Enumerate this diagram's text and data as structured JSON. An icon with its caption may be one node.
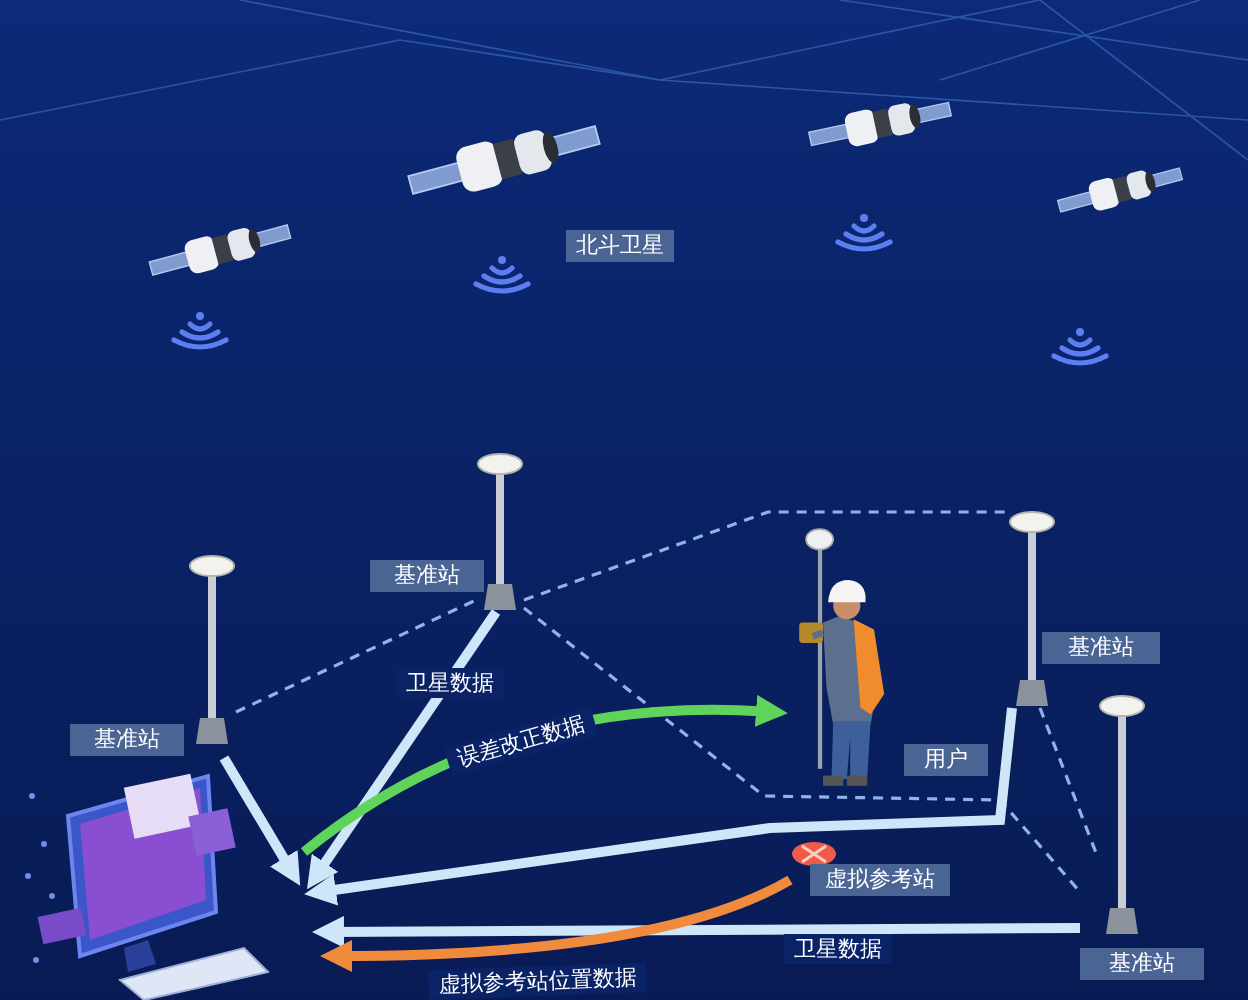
{
  "diagram": {
    "nodes": [
      {
        "text": [
          "基准站"
        ]
      },
      {
        "text": [
          "基准站"
        ]
      },
      {
        "text": [
          "基准站"
        ]
      },
      {
        "text": [
          "基准站"
        ]
      },
      {
        "text": [
          "用户"
        ]
      },
      {
        "text": [
          "虚拟参考站"
        ]
      },
      {
        "text": [],
        "shape": "picture"
      },
      {
        "text": [
          "北斗卫星"
        ]
      }
    ],
    "edges": [
      {
        "from": 0,
        "to": 1,
        "arrow": "none",
        "style": "dashed"
      },
      {
        "from": 1,
        "to": 2,
        "arrow": "none",
        "style": "dashed"
      },
      {
        "from": 1,
        "to": 3,
        "arrow": "none",
        "style": "dashed"
      },
      {
        "from": 2,
        "to": 3,
        "arrow": "none",
        "style": "dashed"
      },
      {
        "from": 0,
        "to": 6,
        "arrow": "to"
      },
      {
        "from": 1,
        "to": 6,
        "arrow": "to",
        "label": "卫星数据"
      },
      {
        "from": 2,
        "to": 6,
        "arrow": "to"
      },
      {
        "from": 3,
        "to": 6,
        "arrow": "to",
        "label": "卫星数据"
      },
      {
        "from": 6,
        "to": 4,
        "arrow": "to",
        "label": "误差改正数据",
        "color": "#5ed45a"
      },
      {
        "from": 5,
        "to": 6,
        "arrow": "to",
        "label": "虚拟参考站位置数据",
        "color": "#f08a3c"
      }
    ]
  }
}
